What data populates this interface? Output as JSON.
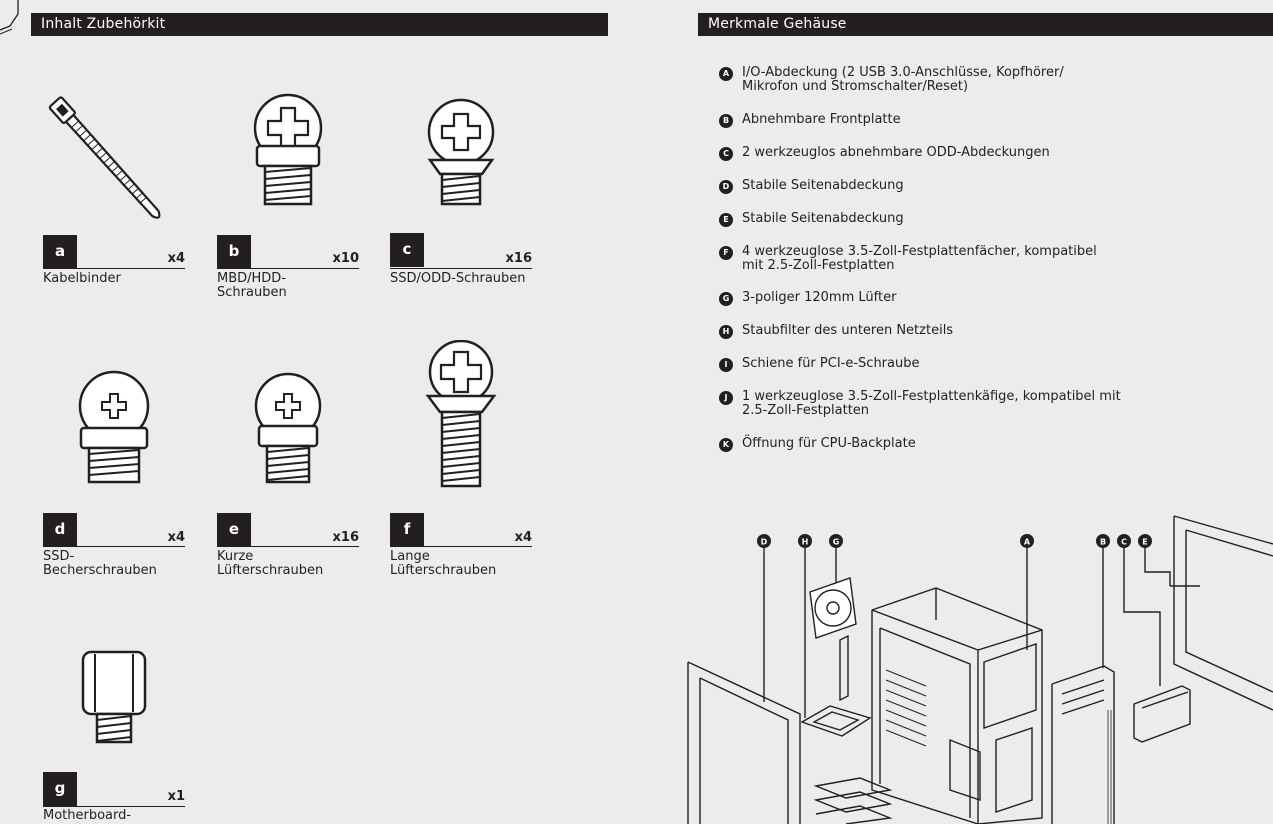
{
  "left_header": "Inhalt Zubehörkit",
  "right_header": "Merkmale Gehäuse",
  "accessories": [
    {
      "letter": "a",
      "qty": "x4",
      "name": "Kabelbinder",
      "icon": "cable-tie-icon"
    },
    {
      "letter": "b",
      "qty": "x10",
      "name": "MBD/HDD-\nSchrauben",
      "icon": "mbd-hdd-screw-icon"
    },
    {
      "letter": "c",
      "qty": "x16",
      "name": "SSD/ODD-Schrauben",
      "icon": "ssd-odd-screw-icon"
    },
    {
      "letter": "d",
      "qty": "x4",
      "name": "SSD-\nBecherschrauben",
      "icon": "ssd-cup-screw-icon"
    },
    {
      "letter": "e",
      "qty": "x16",
      "name": "Kurze\nLüfterschrauben",
      "icon": "short-fan-screw-icon"
    },
    {
      "letter": "f",
      "qty": "x4",
      "name": "Lange\nLüfterschrauben",
      "icon": "long-fan-screw-icon"
    },
    {
      "letter": "g",
      "qty": "x1",
      "name": "Motherboard-",
      "icon": "motherboard-standoff-icon"
    }
  ],
  "features": [
    {
      "letter": "A",
      "text": "I/O-Abdeckung (2 USB 3.0-Anschlüsse, Kopfhörer/\nMikrofon und Stromschalter/Reset)"
    },
    {
      "letter": "B",
      "text": "Abnehmbare Frontplatte"
    },
    {
      "letter": "C",
      "text": "2 werkzeuglos abnehmbare ODD-Abdeckungen"
    },
    {
      "letter": "D",
      "text": "Stabile Seitenabdeckung"
    },
    {
      "letter": "E",
      "text": "Stabile Seitenabdeckung"
    },
    {
      "letter": "F",
      "text": "4 werkzeuglose 3.5-Zoll-Festplattenfächer, kompatibel\nmit 2.5-Zoll-Festplatten"
    },
    {
      "letter": "G",
      "text": "3-poliger 120mm Lüfter"
    },
    {
      "letter": "H",
      "text": "Staubfilter des unteren Netzteils"
    },
    {
      "letter": "I",
      "text": "Schiene für PCI-e-Schraube"
    },
    {
      "letter": "J",
      "text": "1 werkzeuglose 3.5-Zoll-Festplattenkäfige, kompatibel mit\n2.5-Zoll-Festplatten"
    },
    {
      "letter": "K",
      "text": "Öffnung für CPU-Backplate"
    }
  ],
  "diagram_callouts": [
    "D",
    "H",
    "G",
    "A",
    "B",
    "C",
    "E"
  ],
  "colors": {
    "ink": "#231f20",
    "paper": "#ececec",
    "text_on_dark": "#ffffff"
  }
}
